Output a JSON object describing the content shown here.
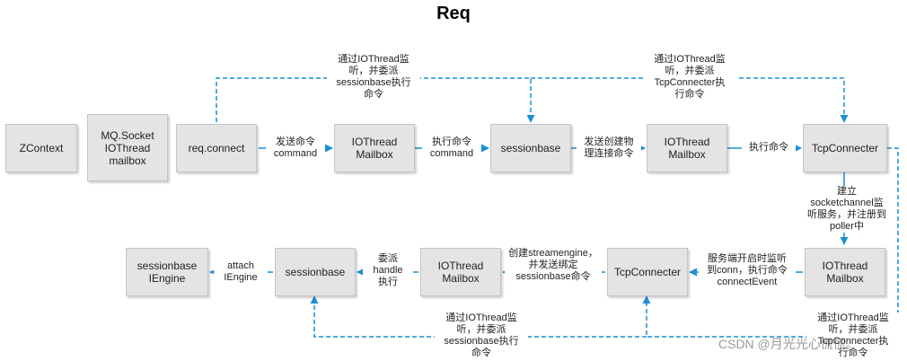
{
  "title": "Req",
  "boxes": {
    "zcontext": "ZContext",
    "mq_socket": "MQ.Socket\nIOThread\nmailbox",
    "req_connect": "req.connect",
    "iothread_mailbox_1": "IOThread\nMailbox",
    "sessionbase_top": "sessionbase",
    "iothread_mailbox_2": "IOThread\nMailbox",
    "tcpconnecter_top": "TcpConnecter",
    "iothread_mailbox_3": "IOThread\nMailbox",
    "tcpconnecter_bottom": "TcpConnecter",
    "iothread_mailbox_4": "IOThread\nMailbox",
    "sessionbase_bottom": "sessionbase",
    "sessionbase_iengine": "sessionbase\nIEngine"
  },
  "labels": {
    "send_command": "发送命令\ncommand",
    "exec_command_1": "执行命令\ncommand",
    "send_create_connect": "发送创建物\n理连接命令",
    "exec_command_2": "执行命令",
    "top_dashed_left": "通过IOThread监\n听，并委派\nsessionbase执行\n命令",
    "top_dashed_right": "通过IOThread监\n听，并委派\nTcpConnecter执\n行命令",
    "create_socketchannel": "建立\nsocketchannel监\n听服务，并注册到\npoller中",
    "server_listen": "服务端开启时监听\n到conn，执行命令\nconnectEvent",
    "create_streamengine": "创建streamengine，\n并发送绑定\nsessionbase命令",
    "delegate_handle": "委派\nhandle\n执行",
    "attach_iengine": "attach\nIEngine",
    "bottom_dashed_left": "通过IOThread监\n听，并委派\nsessionbase执行\n命令",
    "bottom_dashed_right": "通过IOThread监\n听，并委派\nTcpConnecter执\n行命令"
  },
  "watermark": "CSDN @月光光心慌慌。",
  "colors": {
    "arrow": "#1a8fd6",
    "box_fill": "#e4e4e4",
    "box_border": "#c4c4c4"
  }
}
